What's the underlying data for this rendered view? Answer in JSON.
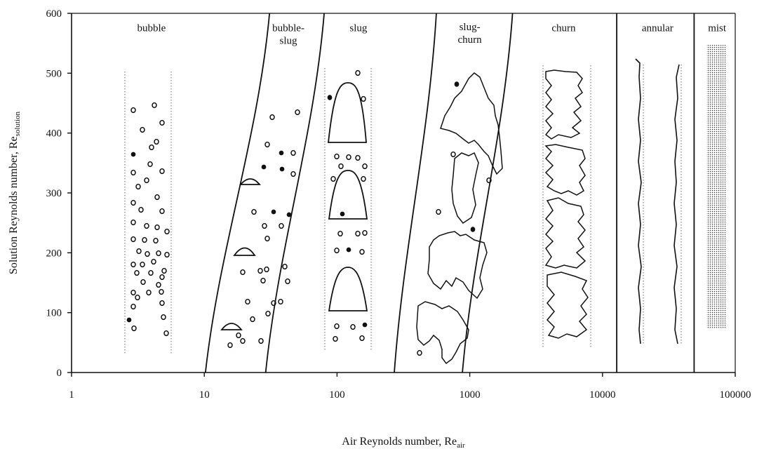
{
  "chart_data": {
    "type": "diagram",
    "xlabel": "Air Reynolds number, Re",
    "xlabel_sub": "air",
    "ylabel": "Solution Reynolds number, Re",
    "ylabel_sub": "solution",
    "x_scale": "log",
    "xlim": [
      1,
      100000
    ],
    "ylim": [
      0,
      600
    ],
    "x_ticks": [
      {
        "value": 1,
        "label": "1"
      },
      {
        "value": 10,
        "label": "10"
      },
      {
        "value": 100,
        "label": "100"
      },
      {
        "value": 1000,
        "label": "1000"
      },
      {
        "value": 10000,
        "label": "10000"
      },
      {
        "value": 100000,
        "label": "100000"
      }
    ],
    "y_ticks": [
      {
        "value": 0,
        "label": "0"
      },
      {
        "value": 100,
        "label": "100"
      },
      {
        "value": 200,
        "label": "200"
      },
      {
        "value": 300,
        "label": "300"
      },
      {
        "value": 400,
        "label": "400"
      },
      {
        "value": 500,
        "label": "500"
      },
      {
        "value": 600,
        "label": "600"
      }
    ],
    "regime_boundaries": [
      {
        "name": "bubble/bubble-slug",
        "x_at_y0": 10.2,
        "x_at_y600": 31
      },
      {
        "name": "bubble-slug/slug",
        "x_at_y0": 29,
        "x_at_y600": 80
      },
      {
        "name": "slug/slug-churn",
        "x_at_y0": 270,
        "x_at_y600": 560
      },
      {
        "name": "slug-churn/churn",
        "x_at_y0": 880,
        "x_at_y600": 2100
      },
      {
        "name": "churn/annular",
        "x_at_y0": 12800,
        "x_at_y600": 12800
      },
      {
        "name": "annular/mist",
        "x_at_y0": 49000,
        "x_at_y600": 49000
      }
    ],
    "regimes": [
      {
        "label": "bubble",
        "x": 4,
        "y": 570
      },
      {
        "label": "bubble-",
        "x": 43,
        "y": 570
      },
      {
        "label": "slug",
        "x": 43,
        "y": 549
      },
      {
        "label": "slug",
        "x": 145,
        "y": 570
      },
      {
        "label": "slug-",
        "x": 1000,
        "y": 572
      },
      {
        "label": "churn",
        "x": 1000,
        "y": 551
      },
      {
        "label": "churn",
        "x": 5100,
        "y": 570
      },
      {
        "label": "annular",
        "x": 26000,
        "y": 570
      },
      {
        "label": "mist",
        "x": 73000,
        "y": 570
      }
    ]
  }
}
